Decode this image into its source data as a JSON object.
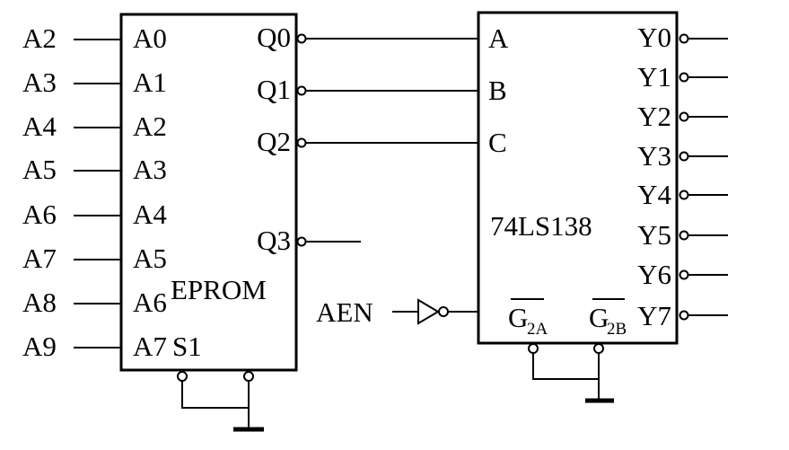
{
  "eprom": {
    "external_labels": [
      "A2",
      "A3",
      "A4",
      "A5",
      "A6",
      "A7",
      "A8",
      "A9"
    ],
    "inputs": [
      "A0",
      "A1",
      "A2",
      "A3",
      "A4",
      "A5",
      "A6",
      "A7"
    ],
    "outputs": [
      "Q0",
      "Q1",
      "Q2",
      "Q3"
    ],
    "name": "EPROM",
    "select_label": "S1"
  },
  "decoder": {
    "inputs": [
      "A",
      "B",
      "C"
    ],
    "outputs": [
      "Y0",
      "Y1",
      "Y2",
      "Y3",
      "Y4",
      "Y5",
      "Y6",
      "Y7"
    ],
    "name": "74LS138",
    "g2a_main": "G",
    "g2a_sub": "2A",
    "g2b_main": "G",
    "g2b_sub": "2B"
  },
  "aen_label": "AEN"
}
